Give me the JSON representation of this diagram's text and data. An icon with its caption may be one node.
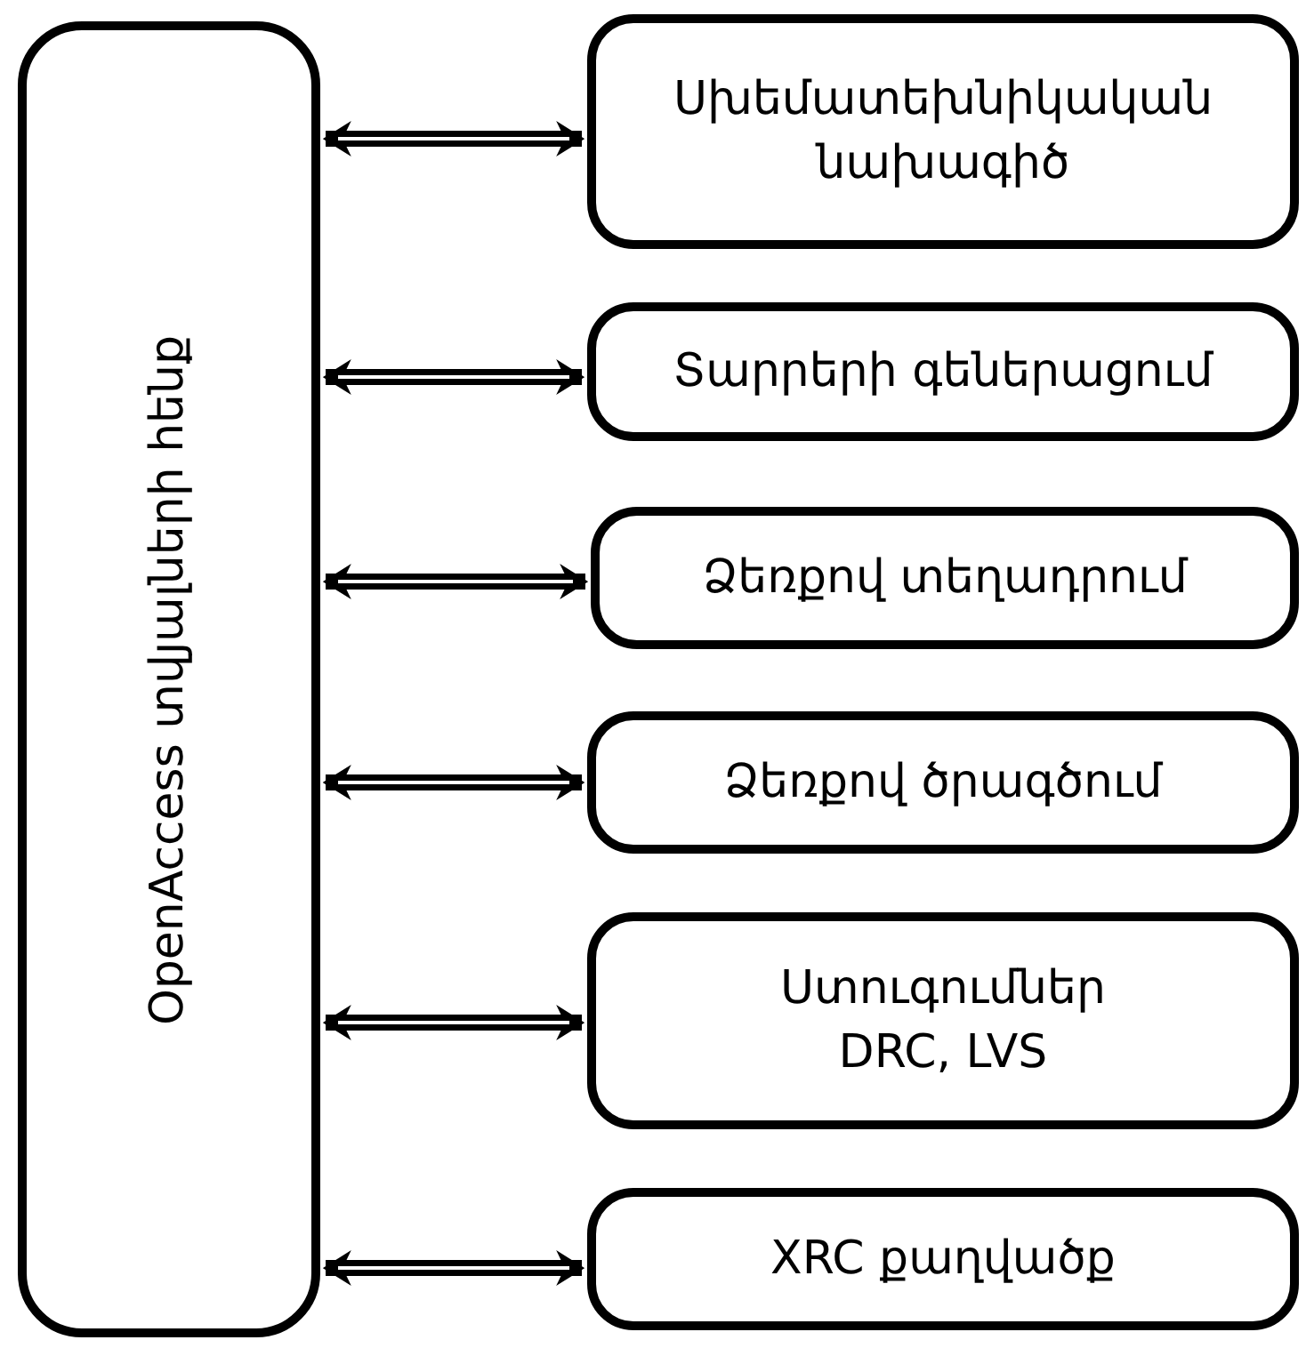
{
  "diagram": {
    "nodes": [
      {
        "text": [
          "OpenAccess տվյալների հենք"
        ]
      },
      {
        "text": [
          "Սխեմատեխնիկական նախագիծ"
        ]
      },
      {
        "text": [
          "Տարրերի գեներացում"
        ]
      },
      {
        "text": [
          "Ձեռքով տեղադրում"
        ]
      },
      {
        "text": [
          "Ձեռքով ծրագծում"
        ]
      },
      {
        "text": [
          "Ստուգումներ DRC, LVS"
        ]
      },
      {
        "text": [
          "XRC քաղվածք"
        ]
      }
    ],
    "edges": [
      {
        "from": 0,
        "to": 1,
        "arrow": "both"
      },
      {
        "from": 0,
        "to": 2,
        "arrow": "both"
      },
      {
        "from": 0,
        "to": 3,
        "arrow": "both"
      },
      {
        "from": 0,
        "to": 4,
        "arrow": "both"
      },
      {
        "from": 0,
        "to": 5,
        "arrow": "both"
      },
      {
        "from": 0,
        "to": 6,
        "arrow": "both"
      }
    ]
  }
}
